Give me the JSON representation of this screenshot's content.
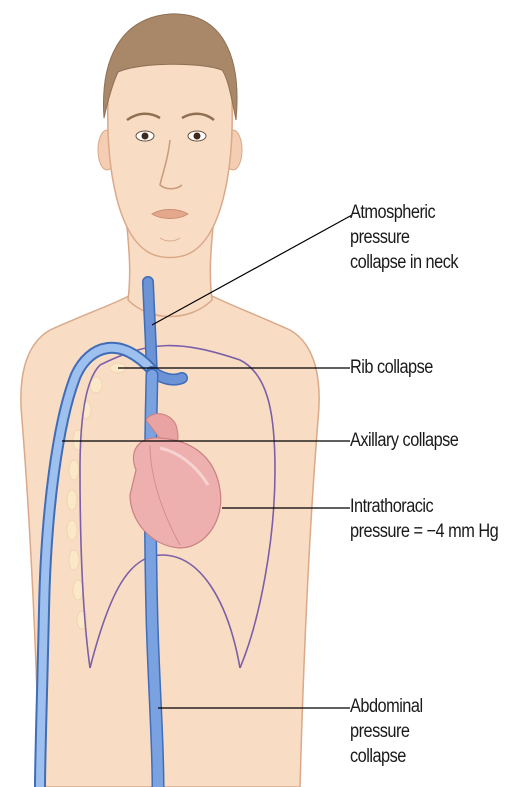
{
  "labels": {
    "neck": [
      "Atmospheric",
      "pressure",
      "collapse in neck"
    ],
    "rib": "Rib collapse",
    "axillary": "Axillary collapse",
    "intrathoracic": [
      "Intrathoracic",
      "pressure = −4 mm Hg"
    ],
    "abdominal": [
      "Abdominal",
      "pressure",
      "collapse"
    ]
  },
  "colors": {
    "skin": "#f9dcc4",
    "skin_outline": "#d9a98a",
    "hair": "#a9886a",
    "vein": "#6b93d6",
    "vein_outline": "#3f6db8",
    "thorax_outline": "#7b5fa8",
    "heart": "#e9a3a3",
    "leader_line": "#000000"
  }
}
